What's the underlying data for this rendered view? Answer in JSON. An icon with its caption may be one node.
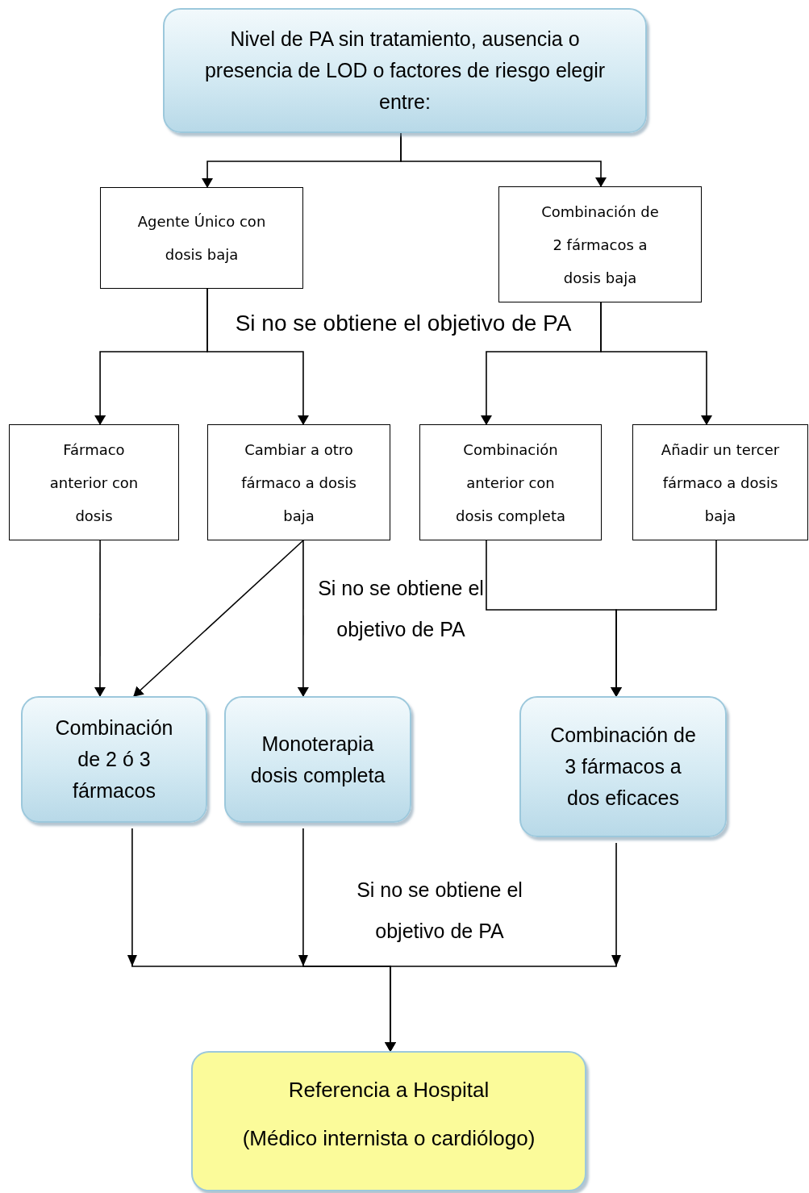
{
  "diagram": {
    "nodes": [
      {
        "text": [
          "Nivel de PA sin tratamiento, ausencia o presencia de LOD o factores de riesgo elegir entre:"
        ]
      },
      {
        "text": [
          "Agente Único con dosis baja"
        ]
      },
      {
        "text": [
          "Combinación de 2 fármacos a dosis baja"
        ]
      },
      {
        "text": [
          "Fármaco anterior con dosis"
        ]
      },
      {
        "text": [
          "Cambiar a otro fármaco a dosis baja"
        ]
      },
      {
        "text": [
          "Combinación anterior con dosis completa"
        ]
      },
      {
        "text": [
          "Añadir un tercer fármaco a dosis baja"
        ]
      },
      {
        "text": [
          "Combinación de 2 ó 3 fármacos"
        ]
      },
      {
        "text": [
          "Monoterapia dosis completa"
        ]
      },
      {
        "text": [
          "Combinación de 3 fármacos a dos eficaces"
        ]
      },
      {
        "text": [
          "Referencia a Hospital",
          "(Médico internista o cardiólogo)"
        ]
      }
    ],
    "edges": [
      {
        "from": 0,
        "to": 1,
        "arrow": "to"
      },
      {
        "from": 0,
        "to": 2,
        "arrow": "to"
      },
      {
        "from": 1,
        "to": 3,
        "arrow": "to"
      },
      {
        "from": 1,
        "to": 4,
        "arrow": "to"
      },
      {
        "from": 2,
        "to": 5,
        "arrow": "to"
      },
      {
        "from": 2,
        "to": 6,
        "arrow": "to"
      },
      {
        "from": 3,
        "to": 7,
        "arrow": "to"
      },
      {
        "from": 4,
        "to": 7,
        "arrow": "to"
      },
      {
        "from": 4,
        "to": 8,
        "arrow": "to"
      },
      {
        "from": 5,
        "to": 9,
        "arrow": "to"
      },
      {
        "from": 6,
        "to": 9,
        "arrow": "to"
      },
      {
        "from": 7,
        "to": 10,
        "arrow": "to"
      },
      {
        "from": 8,
        "to": 10,
        "arrow": "to"
      },
      {
        "from": 9,
        "to": 10,
        "arrow": "to"
      }
    ],
    "labels": [
      "Si no se obtiene el objetivo de PA",
      "Si no se obtiene el objetivo de PA",
      "Si no se obtiene el objetivo de PA"
    ]
  }
}
